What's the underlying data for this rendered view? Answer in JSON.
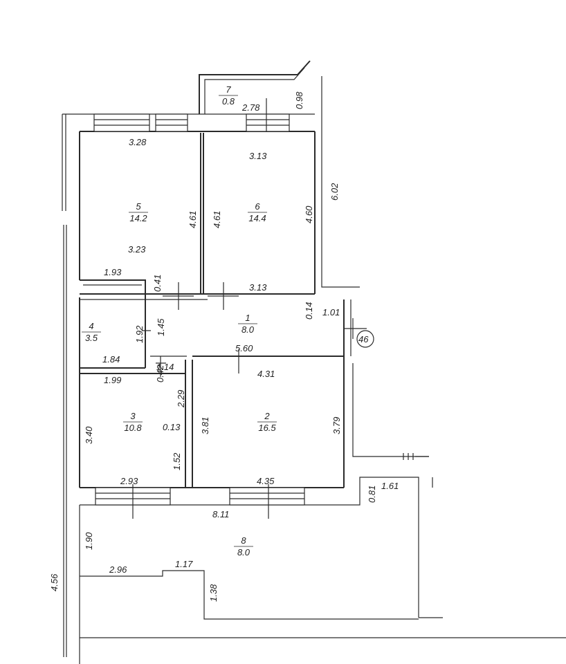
{
  "rooms": [
    {
      "number": "1",
      "area": "8.0"
    },
    {
      "number": "2",
      "area": "16.5"
    },
    {
      "number": "3",
      "area": "10.8"
    },
    {
      "number": "4",
      "area": "3.5"
    },
    {
      "number": "5",
      "area": "14.2"
    },
    {
      "number": "6",
      "area": "14.4"
    },
    {
      "number": "7",
      "area": "0.8"
    },
    {
      "number": "8",
      "area": "8.0"
    }
  ],
  "dimensions": [
    "2.78",
    "0.98",
    "3.28",
    "3.13",
    "6.02",
    "4.61",
    "4.61",
    "4.60",
    "3.23",
    "1.93",
    "0.41",
    "3.13",
    "0.14",
    "1.01",
    "1.92",
    "1.45",
    "5.60",
    "1.84",
    "0.42",
    "1.14",
    "1.99",
    "4.31",
    "2.29",
    "3.40",
    "0.13",
    "3.81",
    "3.79",
    "1.52",
    "2.93",
    "4.35",
    "0.81",
    "1.61",
    "8.11",
    "1.90",
    "4.56",
    "2.96",
    "1.17",
    "1.38"
  ],
  "marker": "46"
}
